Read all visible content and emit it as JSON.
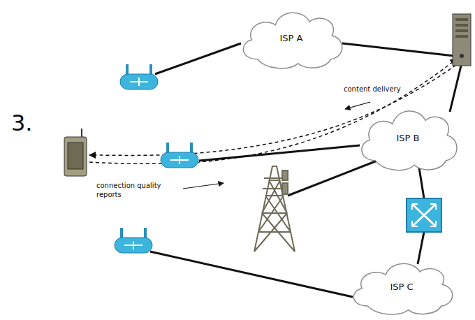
{
  "diagram": {
    "nodes": [
      {
        "text": [
          "ISP A"
        ]
      },
      {
        "text": [
          "ISP B"
        ]
      },
      {
        "text": [
          "ISP C"
        ]
      }
    ],
    "labels": [
      "3.",
      "content delivery",
      "connection quality reports"
    ]
  }
}
